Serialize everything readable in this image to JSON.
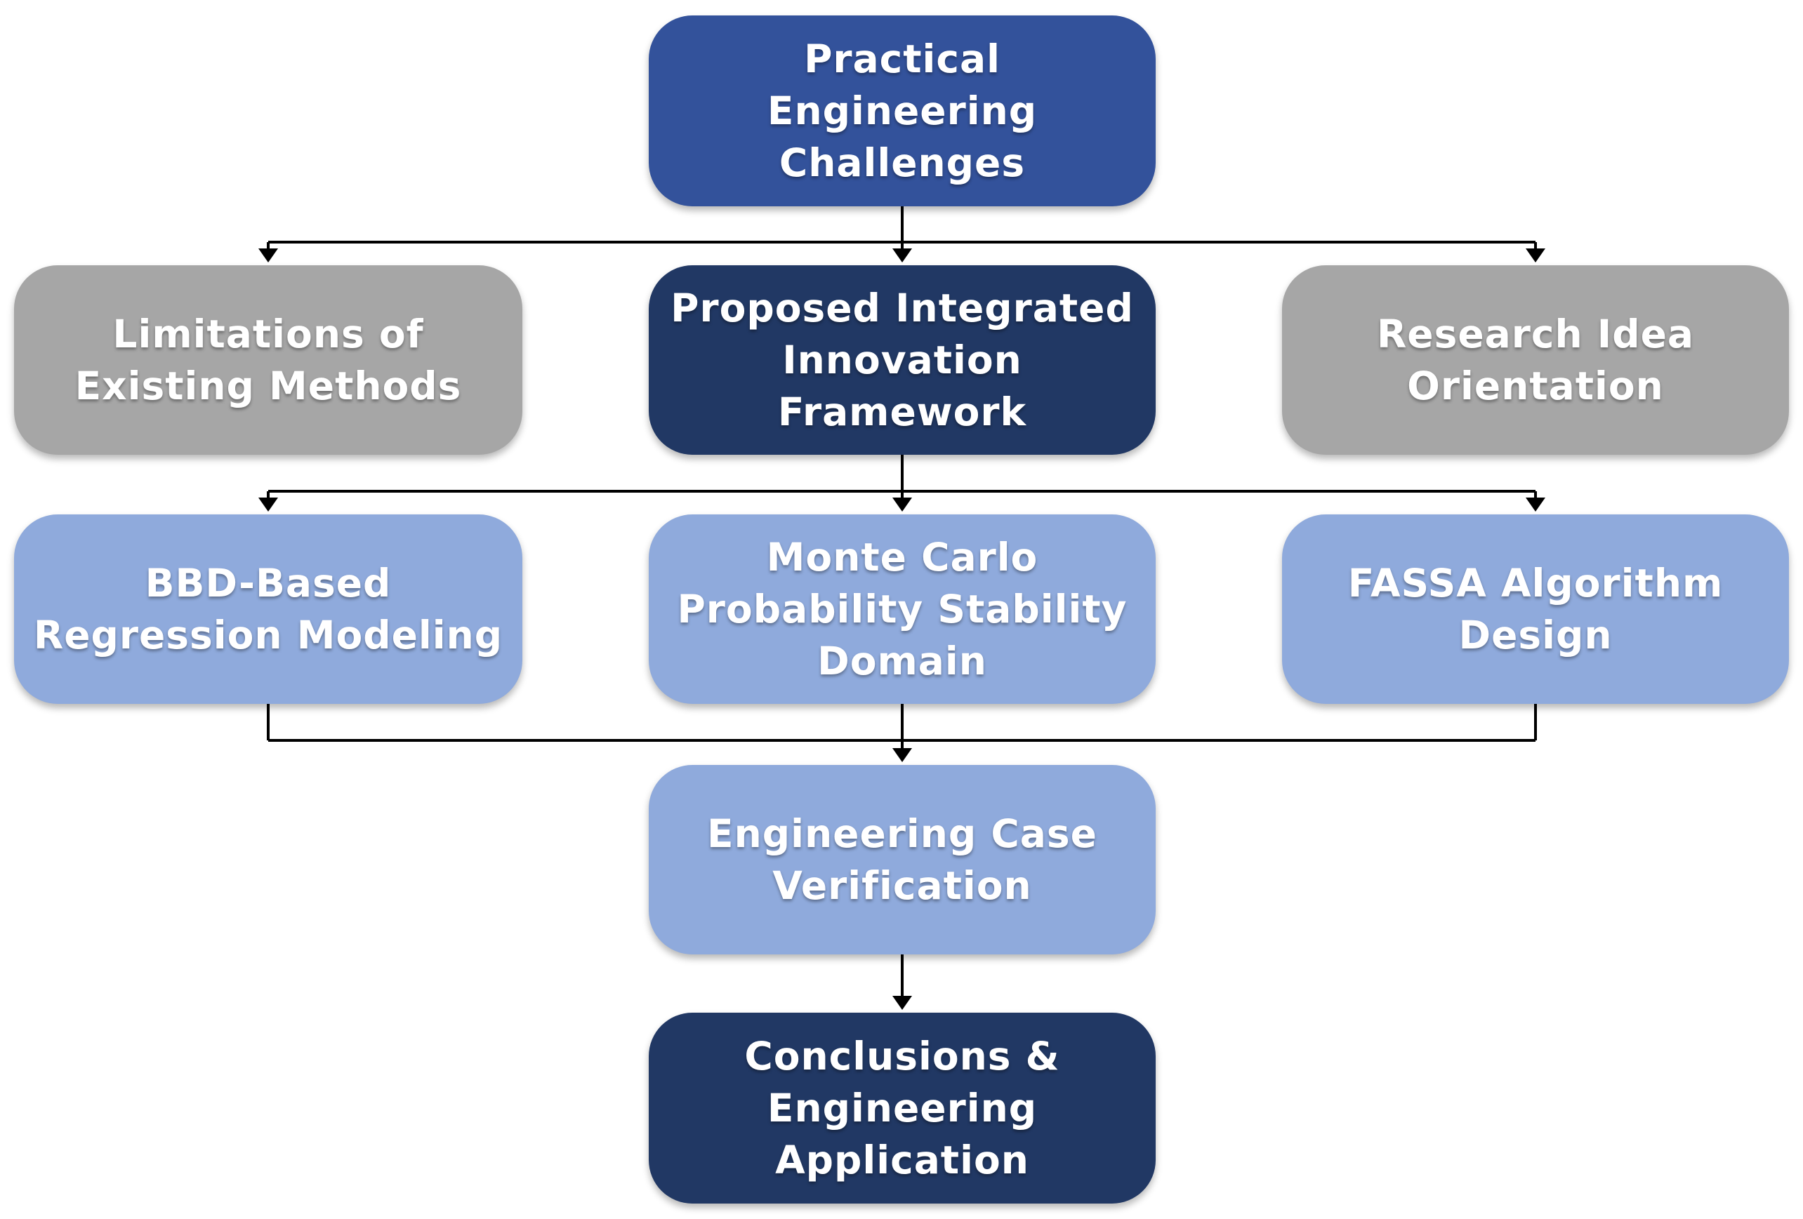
{
  "colors": {
    "primary_blue": "#33529B",
    "dark_navy": "#213864",
    "gray": "#A6A6A6",
    "light_blue": "#8FAADC",
    "connector": "#000000"
  },
  "nodes": {
    "challenges": {
      "label": "Practical Engineering Challenges"
    },
    "limitations": {
      "label": "Limitations of Existing Methods"
    },
    "framework": {
      "label": "Proposed Integrated Innovation Framework"
    },
    "research_idea": {
      "label": "Research Idea Orientation"
    },
    "bbd": {
      "label": "BBD-Based Regression Modeling"
    },
    "monte_carlo": {
      "label": "Monte Carlo Probability Stability Domain"
    },
    "fassa": {
      "label": "FASSA Algorithm Design"
    },
    "verification": {
      "label": "Engineering Case Verification"
    },
    "conclusions": {
      "label": "Conclusions & Engineering Application"
    }
  },
  "edges": [
    {
      "from": "challenges",
      "to": "limitations"
    },
    {
      "from": "challenges",
      "to": "framework"
    },
    {
      "from": "challenges",
      "to": "research_idea"
    },
    {
      "from": "framework",
      "to": "bbd"
    },
    {
      "from": "framework",
      "to": "monte_carlo"
    },
    {
      "from": "framework",
      "to": "fassa"
    },
    {
      "from": "bbd",
      "to": "verification"
    },
    {
      "from": "monte_carlo",
      "to": "verification"
    },
    {
      "from": "fassa",
      "to": "verification"
    },
    {
      "from": "verification",
      "to": "conclusions"
    }
  ]
}
